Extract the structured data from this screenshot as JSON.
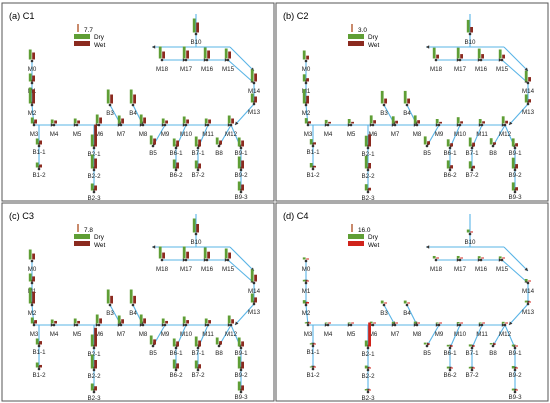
{
  "figure": {
    "panels": [
      {
        "id": "C1",
        "title": "(a) C1",
        "legend_scale": "7.7",
        "legend_dry": "Dry",
        "legend_wet": "Wet",
        "dry_profile": 1.0,
        "wet_profile": 1.0,
        "c4": false
      },
      {
        "id": "C2",
        "title": "(b) C2",
        "legend_scale": "3.0",
        "legend_dry": "Dry",
        "legend_wet": "Wet",
        "dry_profile": 0.9,
        "wet_profile": 0.55,
        "c4": false
      },
      {
        "id": "C3",
        "title": "(c) C3",
        "legend_scale": "7.8",
        "legend_dry": "Dry",
        "legend_wet": "Wet",
        "dry_profile": 1.0,
        "wet_profile": 0.85,
        "c4": false
      },
      {
        "id": "C4",
        "title": "(d) C4",
        "legend_scale": "16.0",
        "legend_dry": "Dry",
        "legend_wet": "Wet",
        "dry_profile": 0.6,
        "wet_profile": 0.3,
        "c4": true
      }
    ],
    "colors": {
      "dry": "#5f9e35",
      "wet": "#8b2a1f",
      "wet_c4": "#d0231b",
      "scale": "#c98a6c",
      "pipe": "#59b4e6"
    },
    "stations": [
      "M0",
      "M1",
      "M2",
      "M3",
      "M4",
      "M5",
      "M6",
      "M7",
      "M8",
      "M9",
      "M10",
      "M11",
      "M12",
      "M13",
      "M14",
      "M15",
      "M16",
      "M17",
      "M18",
      "B1-1",
      "B1-2",
      "B2-1",
      "B2-2",
      "B2-3",
      "B3",
      "B4",
      "B5",
      "B6-1",
      "B6-2",
      "B7-1",
      "B7-2",
      "B8",
      "B9-1",
      "B9-2",
      "B9-3",
      "B10"
    ]
  }
}
